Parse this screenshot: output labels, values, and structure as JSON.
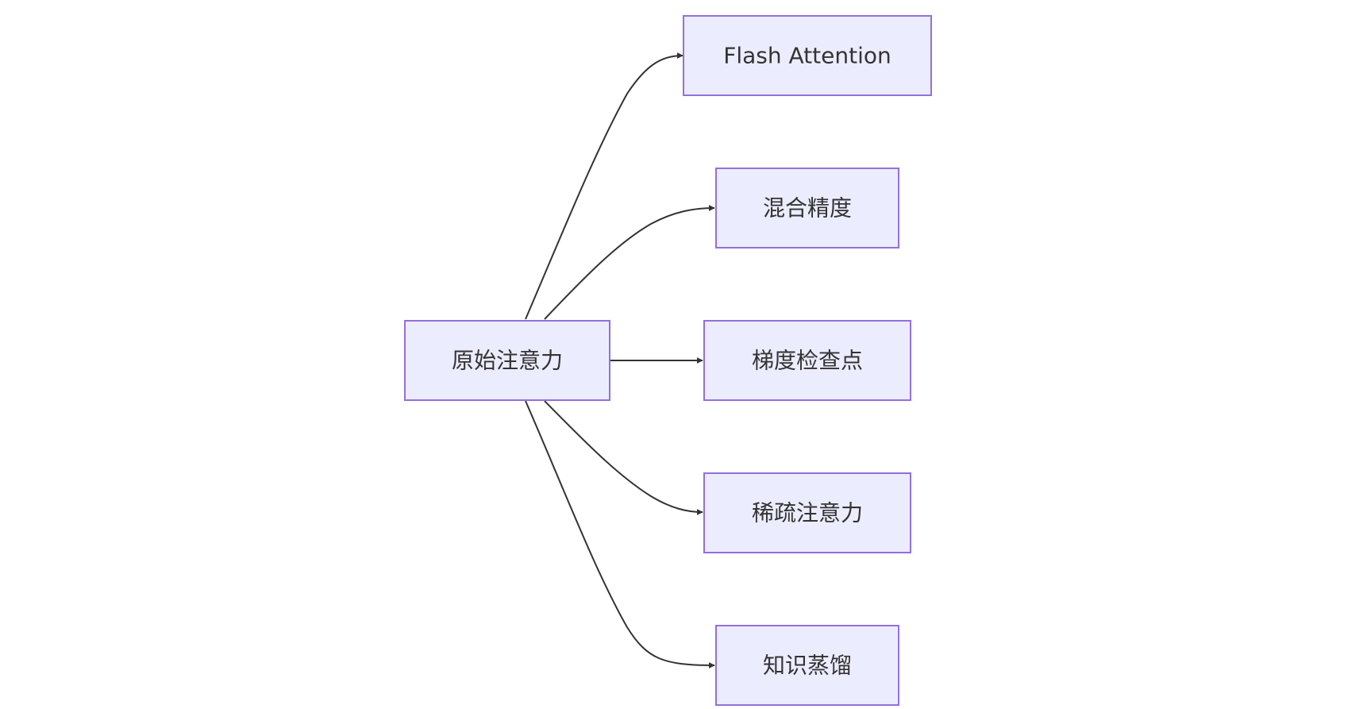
{
  "diagram": {
    "type": "flowchart",
    "direction": "left-to-right",
    "colors": {
      "node_fill": "#ececff",
      "node_border": "#9370db",
      "edge": "#333333",
      "text": "#333333"
    },
    "nodes": {
      "source": {
        "label": "原始注意力"
      },
      "targets": [
        {
          "label": "Flash Attention"
        },
        {
          "label": "混合精度"
        },
        {
          "label": "梯度检查点"
        },
        {
          "label": "稀疏注意力"
        },
        {
          "label": "知识蒸馏"
        }
      ]
    },
    "edges": [
      {
        "from": "原始注意力",
        "to": "Flash Attention"
      },
      {
        "from": "原始注意力",
        "to": "混合精度"
      },
      {
        "from": "原始注意力",
        "to": "梯度检查点"
      },
      {
        "from": "原始注意力",
        "to": "稀疏注意力"
      },
      {
        "from": "原始注意力",
        "to": "知识蒸馏"
      }
    ]
  }
}
